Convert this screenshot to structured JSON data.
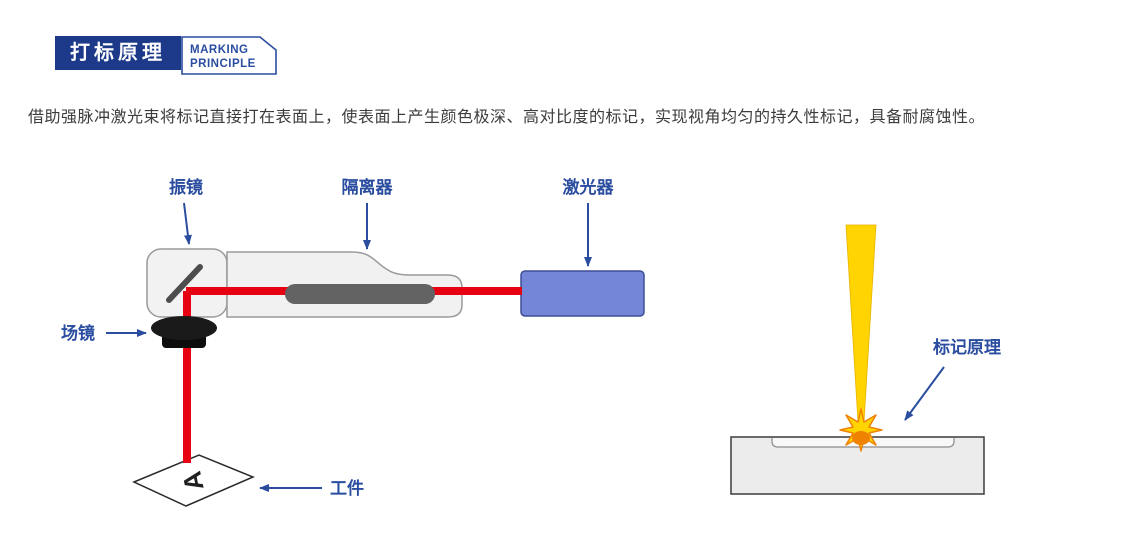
{
  "header": {
    "title": "打标原理",
    "subtitle_line1": "MARKING",
    "subtitle_line2": "PRINCIPLE"
  },
  "description": "借助强脉冲激光束将标记直接打在表面上，使表面上产生颜色极深、高对比度的标记，实现视角均匀的持久性标记，具备耐腐蚀性。",
  "diagram": {
    "labels": {
      "galvanometer": "振镜",
      "isolator": "隔离器",
      "laser": "激光器",
      "field_lens": "场镜",
      "workpiece": "工件",
      "marking_principle": "标记原理"
    },
    "workpiece_letter": "A"
  },
  "colors": {
    "header_bg": "#1d3a8a",
    "label_blue": "#2a4da0",
    "beam_red": "#e60012",
    "laser_box_fill": "#7486d8",
    "beam_yellow": "#ffd400",
    "spark_orange": "#ef8200",
    "housing_gray": "#f1f1f1",
    "rod_gray": "#636363"
  }
}
